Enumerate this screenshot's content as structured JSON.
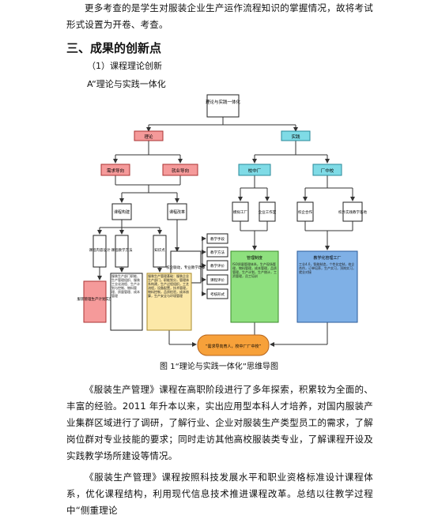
{
  "intro": "更多考查的是学生对服装企业生产运作流程知识的掌握情况，故将考试形式设置为开卷、考查。",
  "section_title": "三、成果的创新点",
  "sub1": "（1）课程理论创新",
  "sub2": "A“理论与实践一体化",
  "diagram": {
    "top": "理论与实践一体化",
    "left": "理论",
    "right": "实践",
    "need": "需求导向",
    "employ": "就业导向",
    "school_factory": "校中厂",
    "factory_school": "厂中校",
    "curriculum": "课程构建",
    "reform": "课程改革",
    "c1": "课程内容设计",
    "c2": "课程教学方法",
    "c3": "知识点",
    "m1": "模拟工厂",
    "m2": "企业工作室",
    "m3": "校企合作",
    "m4": "校外实践教学基地",
    "methods": [
      "教学手段",
      "教学方法",
      "教学评价",
      "课程评价",
      "考核形式"
    ],
    "pro": "校企联动，专业教学改革",
    "mid_box": "服装生产部门职能、生产管理组织、服装工业化流程、生产计划与控制、物料管理、质量管理、成本管理",
    "yellow_box": "服装生产管理基础：服装企业生产部门，职能划分，管理体系构建，生产过程组织，工艺流程，设备配置，技术管理，物料控制，品质检验，成本核算，生产安全与环境管理",
    "red_box": "服装管理生产计划实施",
    "green_title": "管理制度",
    "green_body": "ISO质量管理体系，生产现场管理，物料管理，成本管理，品质管理，生产计划，生产统计，工资管理，员工培训",
    "blue_title": "教学化管理工厂",
    "blue_body": "工业4.0，智能制造，个性化定制，校企合作，订单培养，生产实习，顶岗实习，就业对接",
    "bottom": "“需求导向育人，校中厂厂中校”",
    "bottom2": ""
  },
  "caption": "图 1“理论与实践一体化”思维导图",
  "para1": "《服装生产管理》课程在高职阶段进行了多年探索，积累较为全面的、丰富的经验。2011 年升本以来，实出应用型本科人才培养，对国内服装产业集群区域进行了调研，了解行业、企业对服装生产类型员工的需求，了解岗位群对专业技能的要求；同时走访其他高校服装类专业，了解课程开设及实践教学场所建设等情况。",
  "para2": "《服装生产管理》课程按照科技发展水平和职业资格标准设计课程体系，优化课程结构，利用现代信息技术推进课程改革。总结以往教学过程中“侧重理论"
}
